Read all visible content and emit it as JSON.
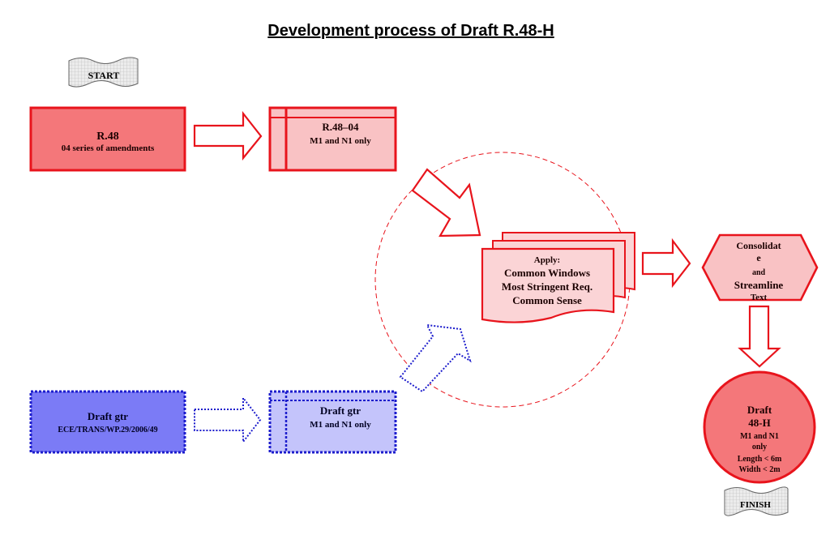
{
  "title": "Development process of Draft R.48-H",
  "colors": {
    "red_border": "#e8141c",
    "red_fill": "#f4777a",
    "pink_fill": "#f9c2c4",
    "pink_fill_light": "#fbd4d6",
    "blue_border": "#1c1ccc",
    "blue_fill": "#7b7bf6",
    "blue_fill_light": "#c4c4fb",
    "scroll_fill": "#e4e4e4"
  },
  "start": {
    "label": "START"
  },
  "finish": {
    "label": "FINISH"
  },
  "r48_box": {
    "title": "R.48",
    "subtitle": "04 series of amendments"
  },
  "r48_04_box": {
    "title": "R.48–04",
    "subtitle": "M1 and N1 only"
  },
  "draft_gtr_box": {
    "title": "Draft gtr",
    "subtitle": "ECE/TRANS/WP.29/2006/49"
  },
  "draft_gtr_m1_box": {
    "title": "Draft gtr",
    "subtitle": "M1 and N1 only"
  },
  "apply_doc": {
    "line1": "Apply:",
    "line2": "Common Windows",
    "line3": "Most Stringent Req.",
    "line4": "Common Sense"
  },
  "consolidate_hex": {
    "line1": "Consolidat",
    "line2": "e",
    "line3": "and",
    "line4": "Streamline",
    "line5": "Text"
  },
  "draft_48h_circle": {
    "line1": "Draft",
    "line2": "48-H",
    "line3": "M1 and N1",
    "line4": "only",
    "line5": "Length < 6m",
    "line6": "Width < 2m"
  }
}
